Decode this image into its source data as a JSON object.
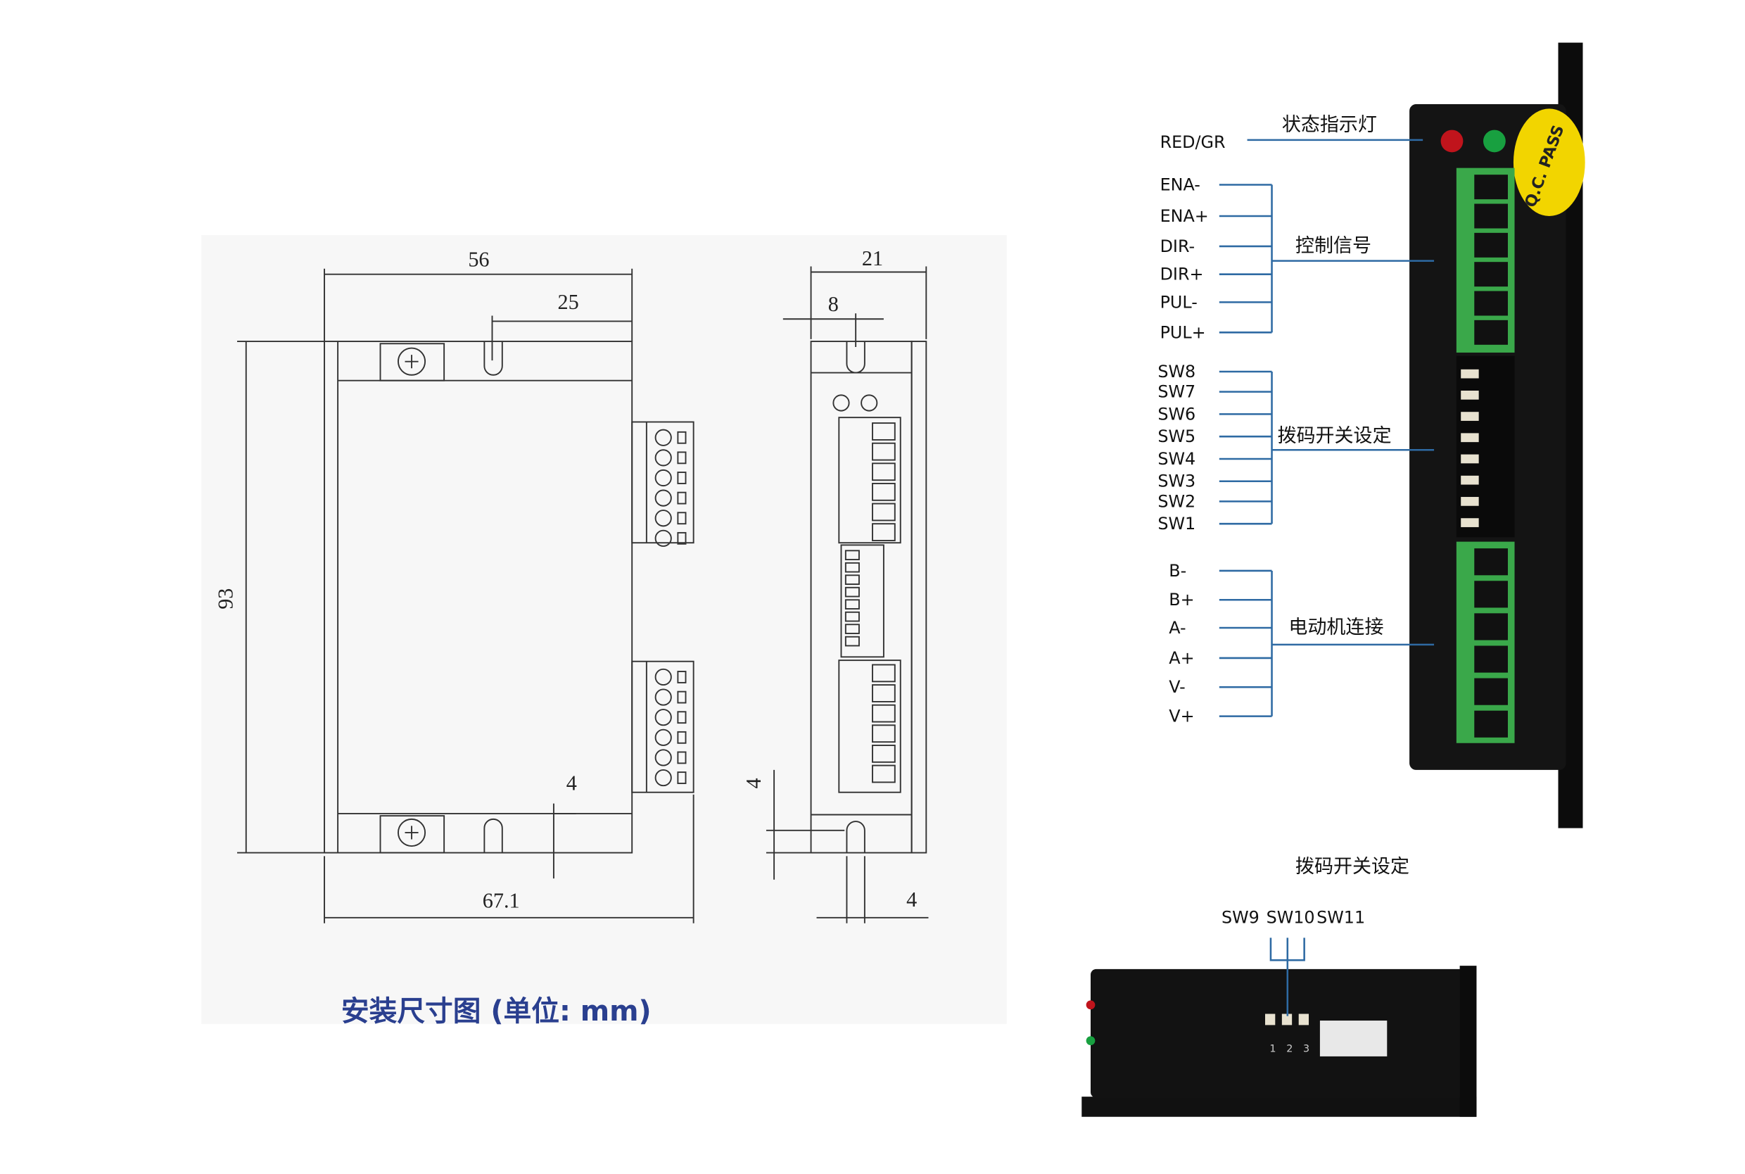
{
  "drawing": {
    "title": "安装尺寸图 (单位: mm)",
    "front_view": {
      "width": "56",
      "slot_offset": "25",
      "height": "93",
      "total_width": "67.1",
      "flange": "4"
    },
    "side_view": {
      "depth": "21",
      "slot_offset": "8",
      "flange_left": "4",
      "flange_bottom": "4"
    }
  },
  "photo_top": {
    "status_group": {
      "title": "状态指示灯",
      "pins": [
        "RED/GR"
      ]
    },
    "control_group": {
      "title": "控制信号",
      "pins": [
        "ENA-",
        "ENA+",
        "DIR-",
        "DIR+",
        "PUL-",
        "PUL+"
      ]
    },
    "dip_group": {
      "title": "拨码开关设定",
      "pins": [
        "SW8",
        "SW7",
        "SW6",
        "SW5",
        "SW4",
        "SW3",
        "SW2",
        "SW1"
      ]
    },
    "motor_group": {
      "title": "电动机连接",
      "pins": [
        "B-",
        "B+",
        "A-",
        "A+",
        "V-",
        "V+"
      ]
    },
    "qc_sticker": "Q.C. PASS",
    "colors": {
      "led_red": "#c0141c",
      "led_green": "#18a040",
      "terminal": "#3aa84a",
      "sticker": "#f2d500",
      "leader": "#2e6aa3"
    }
  },
  "photo_bottom": {
    "title": "拨码开关设定",
    "switches": [
      "SW9",
      "SW10",
      "SW11"
    ],
    "switch_numbers": [
      "1",
      "2",
      "3"
    ]
  }
}
